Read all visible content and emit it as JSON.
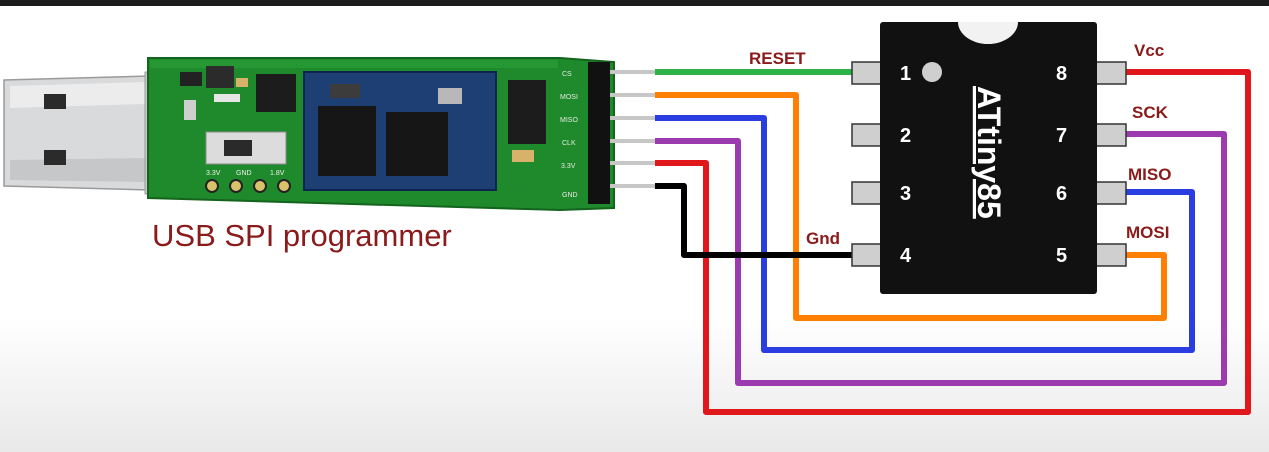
{
  "programmer": {
    "caption": "USB SPI programmer",
    "header_pins": [
      "CS",
      "MOSI",
      "MISO",
      "CLK",
      "3.3V",
      "GND"
    ],
    "switch_labels": [
      "3.3V",
      "GND",
      "1.8V"
    ]
  },
  "chip": {
    "name": "ATtiny85",
    "pins": [
      {
        "num": "1",
        "label": "RESET"
      },
      {
        "num": "2",
        "label": ""
      },
      {
        "num": "3",
        "label": ""
      },
      {
        "num": "4",
        "label": "Gnd"
      },
      {
        "num": "5",
        "label": "MOSI"
      },
      {
        "num": "6",
        "label": "MISO"
      },
      {
        "num": "7",
        "label": "SCK"
      },
      {
        "num": "8",
        "label": "Vcc"
      }
    ]
  },
  "wires": [
    {
      "name": "green",
      "color": "#2db34a"
    },
    {
      "name": "orange",
      "color": "#ff8000"
    },
    {
      "name": "blue",
      "color": "#2a3de0"
    },
    {
      "name": "purple",
      "color": "#9c3bb0"
    },
    {
      "name": "red",
      "color": "#e0181b"
    },
    {
      "name": "black",
      "color": "#000000"
    }
  ],
  "colors": {
    "label": "#8b1a1a",
    "pcb": "#1f8a2b",
    "chip": "#111111"
  }
}
